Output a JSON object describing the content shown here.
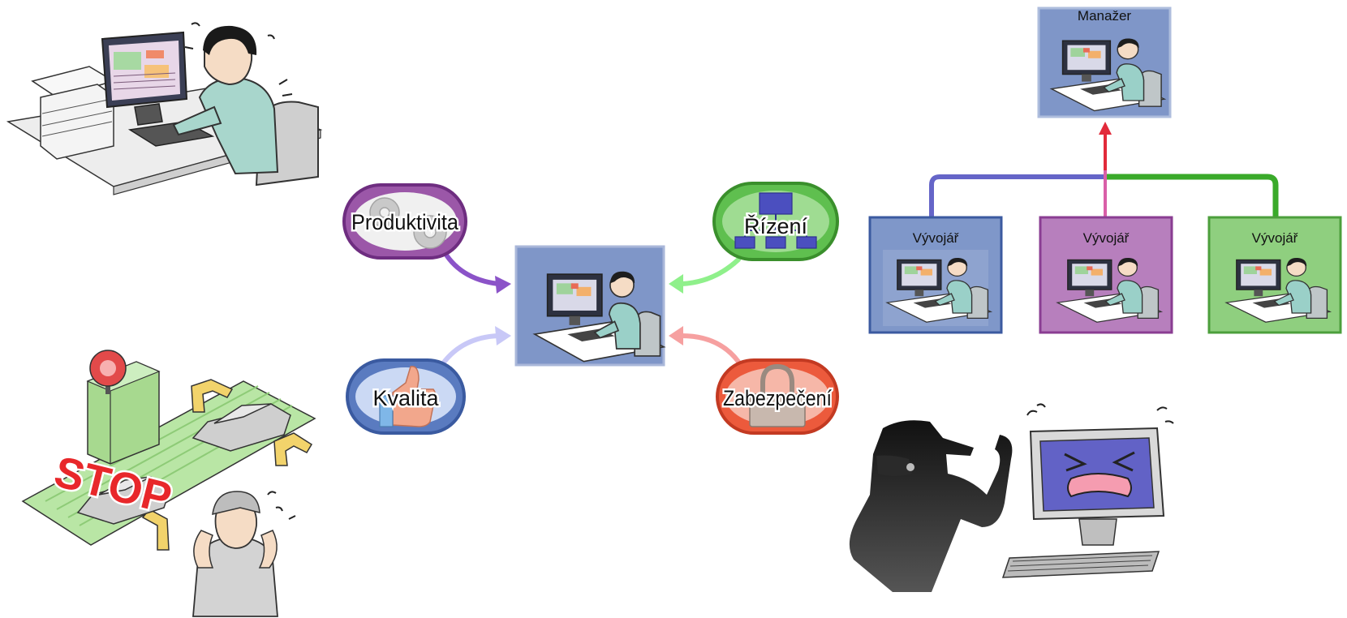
{
  "center": {
    "name": "central-workstation"
  },
  "pills": {
    "productivity": {
      "label": "Produktivita",
      "color": "#9b57a8"
    },
    "management": {
      "label": "Řízení",
      "color": "#5fbf4f"
    },
    "quality": {
      "label": "Kvalita",
      "color": "#5a7bc0"
    },
    "security": {
      "label": "Zabezpečení",
      "color": "#ec5a3c"
    }
  },
  "org": {
    "manager": {
      "label": "Manažer"
    },
    "developers": [
      {
        "label": "Vývojář",
        "color": "#7f97c9"
      },
      {
        "label": "Vývojář",
        "color": "#b77fbd"
      },
      {
        "label": "Vývojář",
        "color": "#8fcf7f"
      }
    ]
  },
  "illustrations": {
    "stop_sign": "STOP"
  }
}
